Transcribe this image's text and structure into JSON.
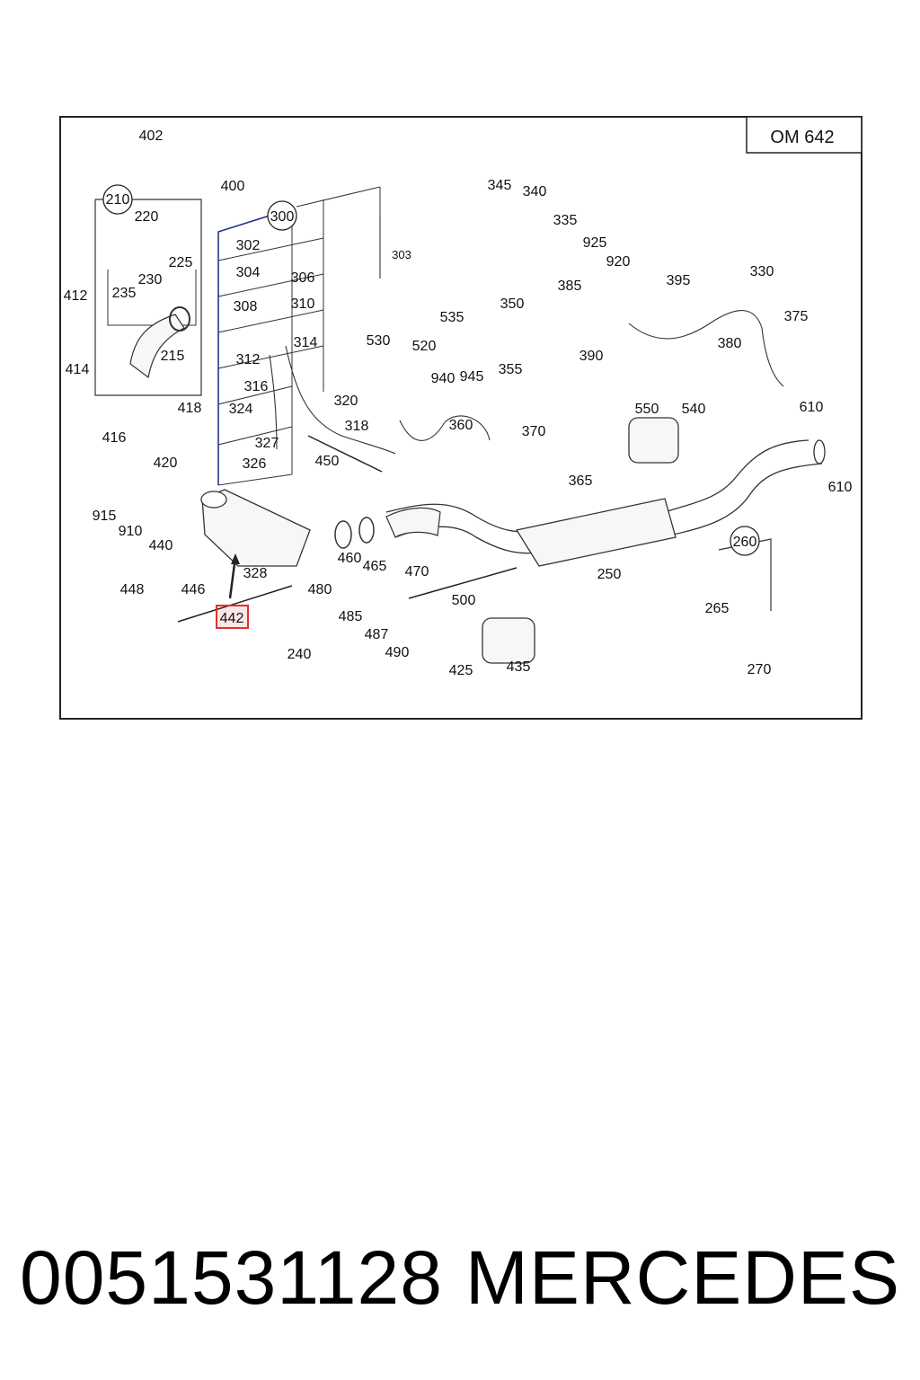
{
  "diagram": {
    "engine_label": "OM 642",
    "highlight_color": "#e03030",
    "highlighted_part": "442",
    "group_labels": [
      "210",
      "300",
      "260"
    ],
    "part_labels": [
      "402",
      "400",
      "220",
      "225",
      "230",
      "235",
      "412",
      "414",
      "215",
      "418",
      "416",
      "420",
      "302",
      "304",
      "306",
      "308",
      "310",
      "312",
      "314",
      "316",
      "324",
      "327",
      "326",
      "320",
      "318",
      "303",
      "450",
      "345",
      "340",
      "335",
      "925",
      "920",
      "385",
      "395",
      "330",
      "375",
      "380",
      "350",
      "535",
      "530",
      "520",
      "355",
      "390",
      "940",
      "945",
      "360",
      "370",
      "550",
      "540",
      "365",
      "610",
      "610",
      "915",
      "910",
      "440",
      "328",
      "460",
      "465",
      "470",
      "480",
      "500",
      "250",
      "265",
      "270",
      "448",
      "446",
      "485",
      "487",
      "490",
      "240",
      "425",
      "435"
    ]
  },
  "caption": {
    "part_number": "005153​1128",
    "brand": "MERCEDES"
  }
}
